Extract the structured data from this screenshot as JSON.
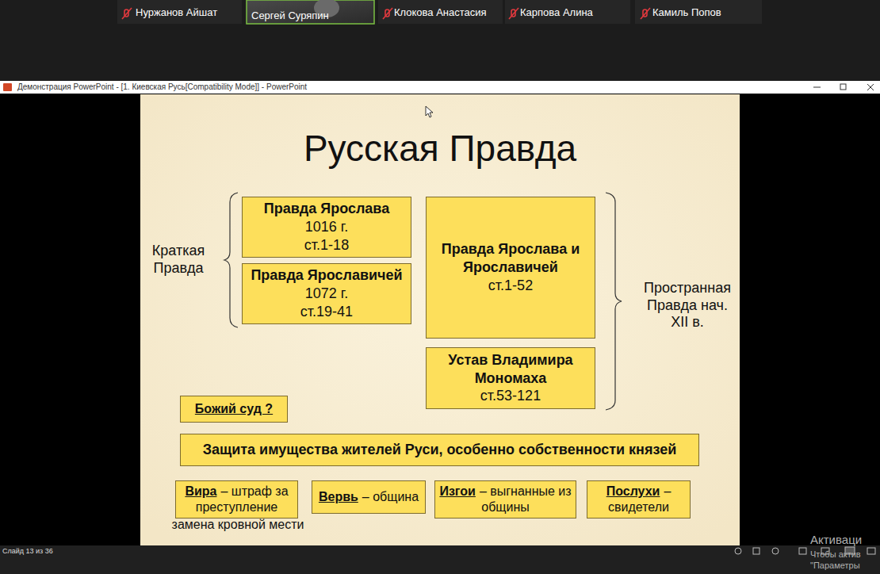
{
  "diagram": {
    "title": "Русская Правда",
    "nodes": [
      {
        "text": [
          "Правда Ярослава",
          "1016 г.",
          "ст.1-18"
        ]
      },
      {
        "text": [
          "Правда Ярославичей",
          "1072 г.",
          "ст.19-41"
        ]
      },
      {
        "text": [
          "Правда Ярослава и Ярославичей",
          "ст.1-52"
        ]
      },
      {
        "text": [
          "Устав Владимира Мономаха",
          "ст.53-121"
        ]
      },
      {
        "text": [
          "Божий суд ?"
        ]
      },
      {
        "text": [
          "Защита имущества жителей Руси, особенно собственности князей"
        ]
      },
      {
        "text": [
          "Вира",
          "– штраф за преступление"
        ]
      },
      {
        "text": [
          "Вервь",
          "– община"
        ]
      },
      {
        "text": [
          "Изгои",
          "– выгнанные из общины"
        ]
      },
      {
        "text": [
          "Послухи",
          "– свидетели"
        ]
      }
    ],
    "labels": [
      "Нуржанов Айшат",
      "Сергей Суряпин",
      "Клокова Анастасия",
      "Карпова Алина",
      "Камиль Попов",
      "Демонстрация PowerPoint - [1. Киевская Русь[Compatibility Mode]] - PowerPoint",
      "Краткая Правда",
      "Пространная Правда нач. XII в.",
      "замена кровной мести",
      "Слайд 13 из 36",
      "Активаци",
      "Чтобы актив",
      "\"Параметры"
    ]
  }
}
